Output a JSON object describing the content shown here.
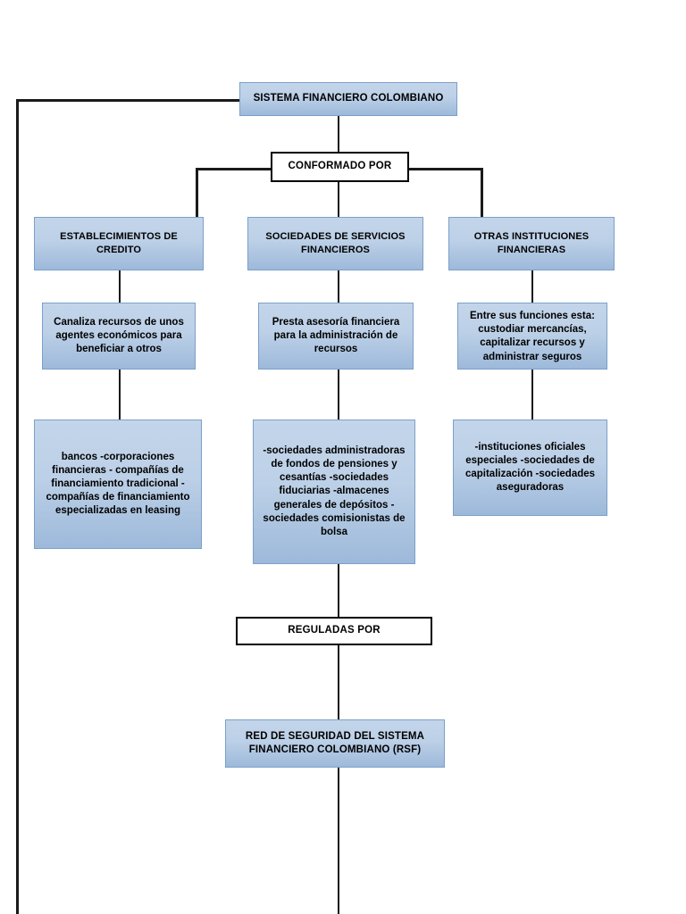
{
  "diagram": {
    "title_node": {
      "label": "SISTEMA FINANCIERO COLOMBIANO"
    },
    "connector_nodes": {
      "conformado_por": "CONFORMADO POR",
      "reguladas_por": "REGULADAS POR"
    },
    "columns": [
      {
        "id": "establecimientos-de-credito",
        "header": "ESTABLECIMIENTOS DE CREDITO",
        "description": "Canaliza recursos de unos agentes económicos para beneficiar a otros",
        "members": "bancos -corporaciones financieras - compañías de financiamiento tradicional - compañías de financiamiento especializadas en leasing"
      },
      {
        "id": "sociedades-de-servicios-financieros",
        "header": "SOCIEDADES DE SERVICIOS FINANCIEROS",
        "description": "Presta asesoría financiera para la administración de recursos",
        "members": "-sociedades administradoras de fondos de pensiones y cesantías -sociedades fiduciarias -almacenes generales de depósitos - sociedades comisionistas de bolsa"
      },
      {
        "id": "otras-instituciones-financieras",
        "header": "OTRAS INSTITUCIONES FINANCIERAS",
        "description": "Entre sus funciones esta: custodiar mercancías, capitalizar recursos y administrar seguros",
        "members": "-instituciones oficiales especiales -sociedades de capitalización -sociedades aseguradoras"
      }
    ],
    "footer_node": {
      "label": "RED DE SEGURIDAD DEL SISTEMA FINANCIERO COLOMBIANO (RSF)"
    },
    "colors": {
      "box_fill_top": "#c3d5ea",
      "box_fill_bottom": "#9db9da",
      "box_border": "#7ba0c8",
      "line": "#1a1a1a",
      "text": "#000000",
      "page_background": "#ffffff"
    }
  }
}
